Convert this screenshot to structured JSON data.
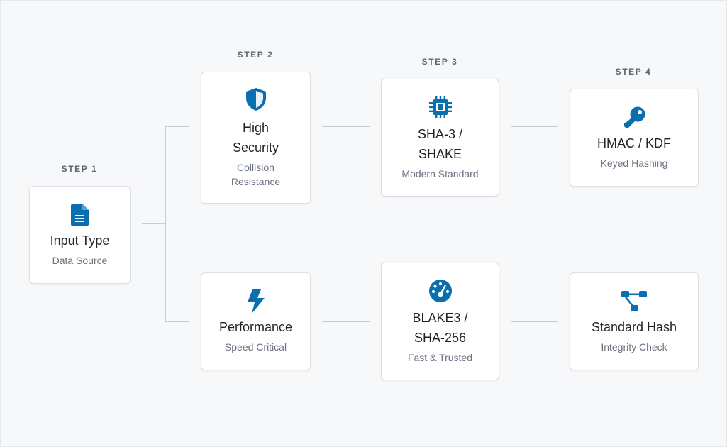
{
  "colors": {
    "icon": "#0a6fae",
    "connector": "#c9ccd1"
  },
  "steps": {
    "step1": "STEP 1",
    "step2": "STEP 2",
    "step3": "STEP 3",
    "step4": "STEP 4"
  },
  "nodes": {
    "input": {
      "icon": "file-icon",
      "title": "Input Type",
      "sub": "Data Source"
    },
    "high_security": {
      "icon": "shield-icon",
      "title1": "High",
      "title2": "Security",
      "sub1": "Collision",
      "sub2": "Resistance"
    },
    "performance": {
      "icon": "lightning-icon",
      "title": "Performance",
      "sub": "Speed Critical"
    },
    "sha3": {
      "icon": "chip-icon",
      "title1": "SHA-3 /",
      "title2": "SHAKE",
      "sub": "Modern Standard"
    },
    "blake3": {
      "icon": "gauge-icon",
      "title1": "BLAKE3 /",
      "title2": "SHA-256",
      "sub": "Fast & Trusted"
    },
    "hmac": {
      "icon": "key-icon",
      "title": "HMAC / KDF",
      "sub": "Keyed Hashing"
    },
    "standard_hash": {
      "icon": "flow-icon",
      "title": "Standard Hash",
      "sub": "Integrity Check"
    }
  }
}
